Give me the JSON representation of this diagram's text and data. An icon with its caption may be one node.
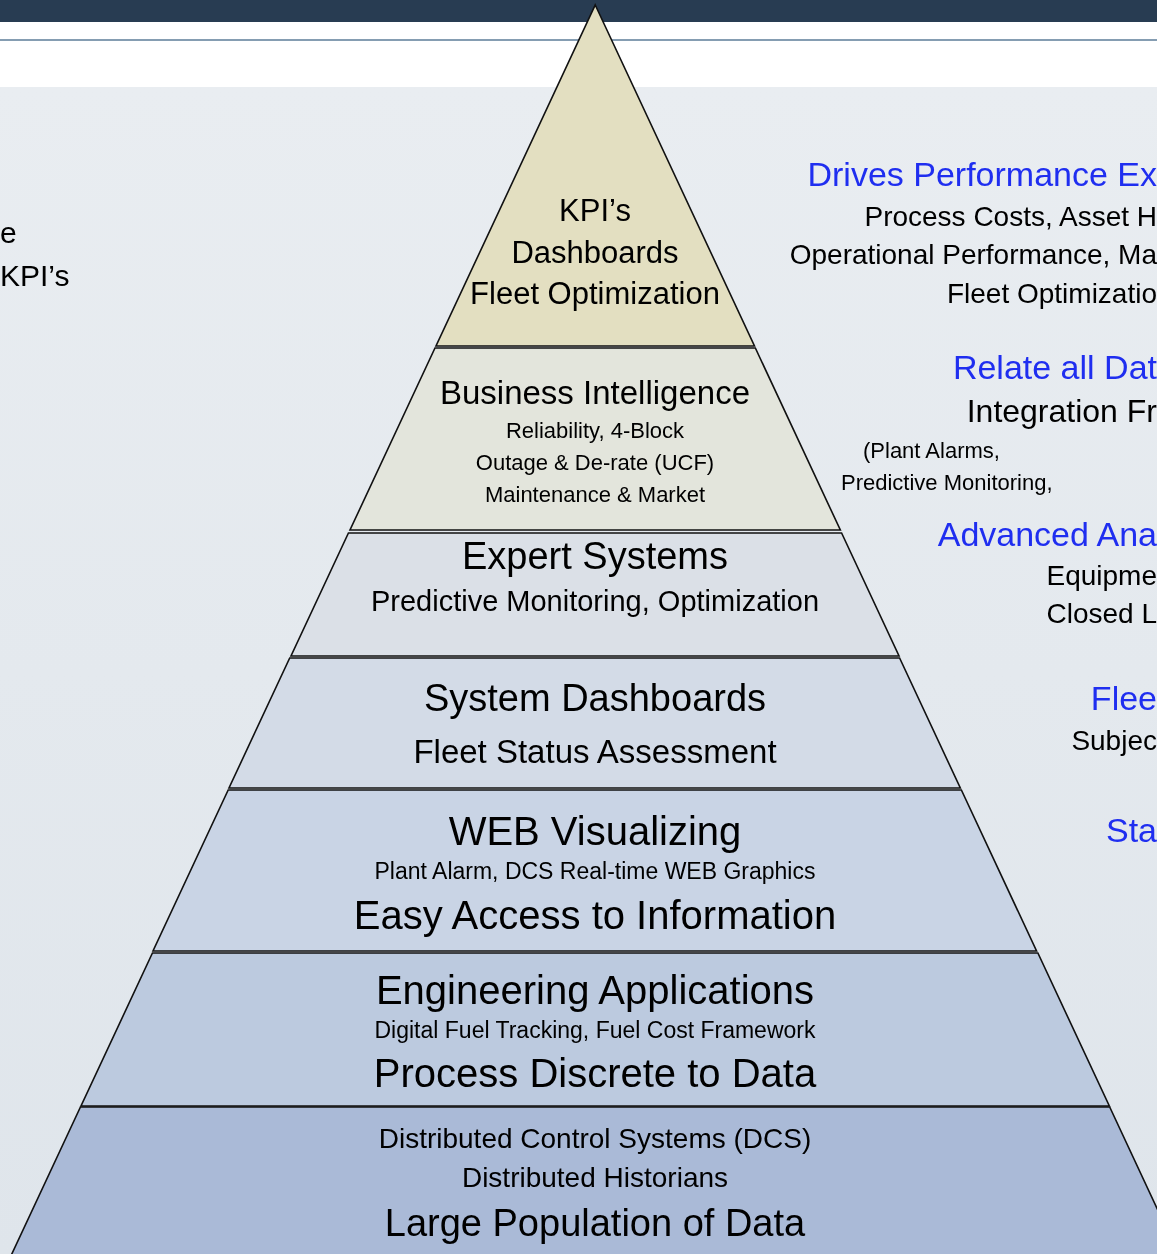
{
  "diagram": {
    "nodes": [
      {
        "text": [
          "KPI’s",
          "Dashboards",
          "Fleet Optimization"
        ]
      },
      {
        "text": [
          "Business Intelligence",
          "Reliability, 4-Block",
          "Outage & De-rate (UCF)",
          "Maintenance & Market"
        ]
      },
      {
        "text": [
          "Expert Systems",
          "Predictive Monitoring, Optimization"
        ]
      },
      {
        "text": [
          "System Dashboards",
          "Fleet Status Assessment"
        ]
      },
      {
        "text": [
          "WEB Visualizing",
          "Plant Alarm, DCS Real-time WEB Graphics",
          "Easy Access to Information"
        ]
      },
      {
        "text": [
          "Engineering Applications",
          "Digital Fuel Tracking, Fuel Cost Framework",
          "Process Discrete to Data"
        ]
      },
      {
        "text": [
          "Distributed Control Systems (DCS)",
          "Distributed Historians",
          "Large Population of Data"
        ]
      }
    ],
    "labels": [
      "e",
      "KPI’s",
      "Drives Performance Ex",
      "Process Costs, Asset H",
      "Operational Performance, Ma",
      "Fleet Optimizatio",
      "Relate all Dat",
      "Integration Fr",
      "(Plant Alarms,",
      "Predictive Monitoring,",
      "Advanced Ana",
      "Equipme",
      "Closed L",
      "Flee",
      "Subjec",
      "Sta"
    ]
  }
}
